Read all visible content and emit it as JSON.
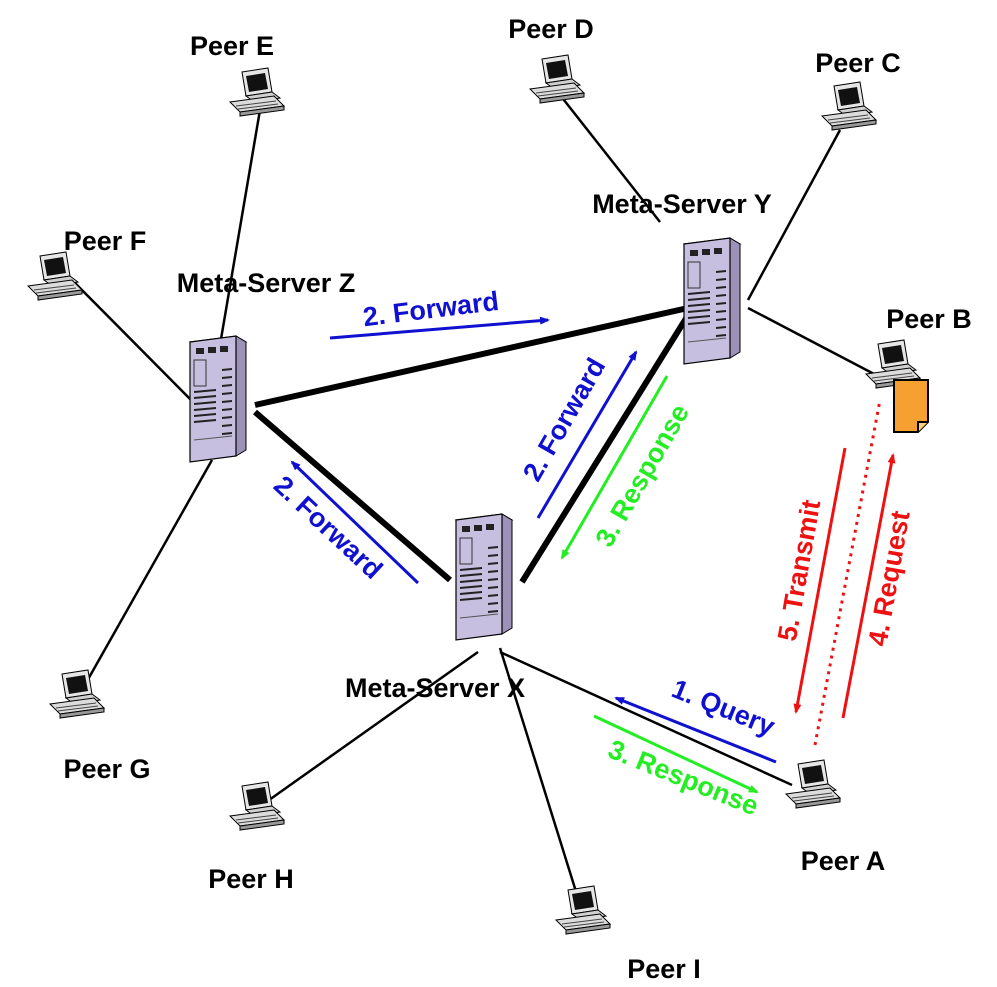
{
  "servers": {
    "z": {
      "label": "Meta-Server Z"
    },
    "y": {
      "label": "Meta-Server Y"
    },
    "x": {
      "label": "Meta-Server X"
    }
  },
  "peers": {
    "a": {
      "label": "Peer A"
    },
    "b": {
      "label": "Peer B"
    },
    "c": {
      "label": "Peer C"
    },
    "d": {
      "label": "Peer D"
    },
    "e": {
      "label": "Peer E"
    },
    "f": {
      "label": "Peer F"
    },
    "g": {
      "label": "Peer G"
    },
    "h": {
      "label": "Peer H"
    },
    "i": {
      "label": "Peer I"
    }
  },
  "messages": {
    "forward_zy": "2. Forward",
    "forward_xy": "2. Forward",
    "forward_xz": "2. Forward",
    "response_yx": "3. Response",
    "response_xa": "3. Response",
    "query": "1. Query",
    "transmit": "5. Transmit",
    "request": "4. Request"
  },
  "colors": {
    "forward": "#1010d0",
    "response": "#22ee22",
    "transfer": "#ee1111",
    "link": "#000000",
    "file": "#f5a030"
  }
}
